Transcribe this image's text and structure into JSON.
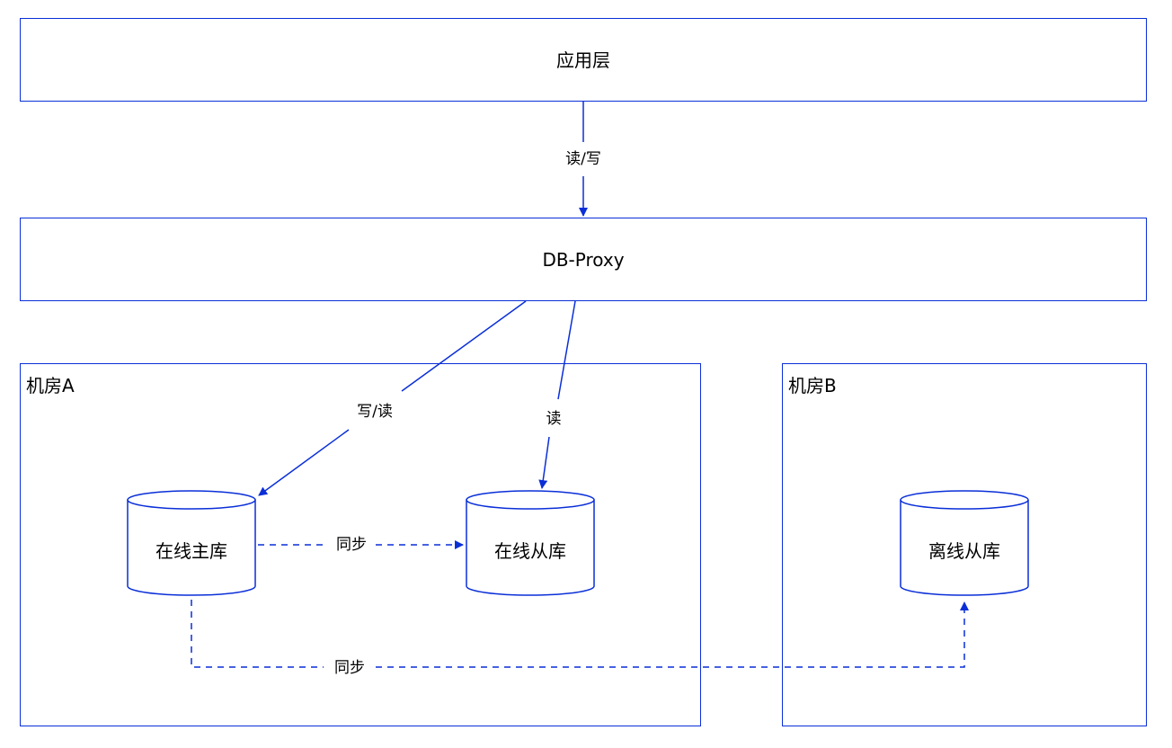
{
  "app_layer": {
    "label": "应用层"
  },
  "db_proxy": {
    "label": "DB-Proxy"
  },
  "room_a": {
    "label": "机房A"
  },
  "room_b": {
    "label": "机房B"
  },
  "databases": {
    "online_primary": {
      "label": "在线主库"
    },
    "online_replica": {
      "label": "在线从库"
    },
    "offline_replica": {
      "label": "离线从库"
    }
  },
  "edges": {
    "app_to_proxy": {
      "label": "读/写"
    },
    "proxy_to_primary": {
      "label": "写/读"
    },
    "proxy_to_replica": {
      "label": "读"
    },
    "primary_to_replica_sync": {
      "label": "同步"
    },
    "primary_to_offline_sync": {
      "label": "同步"
    }
  },
  "colors": {
    "stroke": "#0a2fd8"
  }
}
